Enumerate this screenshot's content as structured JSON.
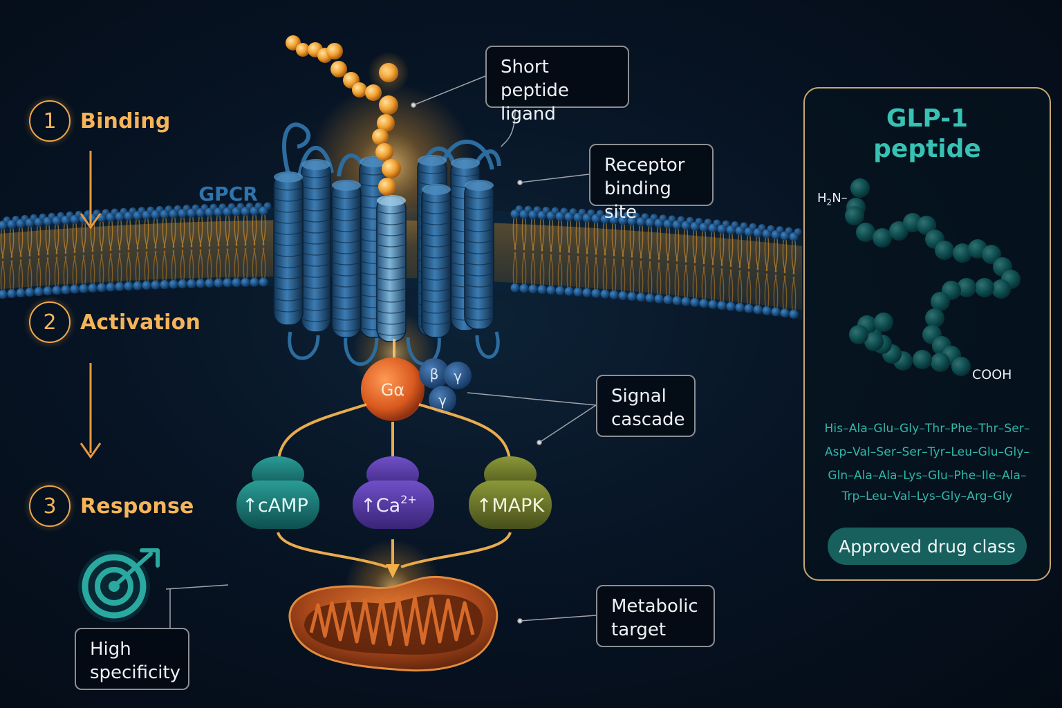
{
  "steps": [
    {
      "number": "1",
      "label": "Binding"
    },
    {
      "number": "2",
      "label": "Activation"
    },
    {
      "number": "3",
      "label": "Response"
    }
  ],
  "receptor_label": "GPCR",
  "callouts": {
    "ligand": "Short peptide\nligand",
    "binding_site": "Receptor\nbinding site",
    "signal": "Signal\ncascade",
    "metabolic": "Metabolic\ntarget",
    "specificity": "High\nspecificity"
  },
  "g_protein": {
    "alpha": "Gα",
    "beta": "β",
    "gamma": "γ"
  },
  "effectors": {
    "camp": "↑cAMP",
    "ca": "↑Ca",
    "ca_charge": "2+",
    "mapk": "↑MAPK"
  },
  "glp": {
    "title": "GLP-1\npeptide",
    "n_terminus": "H",
    "n_terminus_sub": "2",
    "n_terminus_suffix": "N–",
    "c_terminus": "COOH",
    "sequence": [
      "His–Ala–Glu–Gly–Thr–Phe–Thr–Ser–",
      "Asp–Val–Ser–Ser–Tyr–Leu–Glu–Gly–",
      "Gln–Ala–Ala–Lys–Glu–Phe–Ile–Ala–",
      "Trp–Leu–Val–Lys–Gly–Arg–Gly"
    ],
    "badge": "Approved drug class"
  },
  "colors": {
    "accent_orange": "#f6b45a",
    "teal": "#37c2b4",
    "membrane_blue": "#1e5f93",
    "g_alpha": "#d9591f",
    "camp": "#1d7a78",
    "ca": "#5b3aa8",
    "mapk": "#6e7a2a",
    "mito": "#b5501d"
  },
  "icons": [
    "down-arrow-icon",
    "target-arrow-icon"
  ]
}
